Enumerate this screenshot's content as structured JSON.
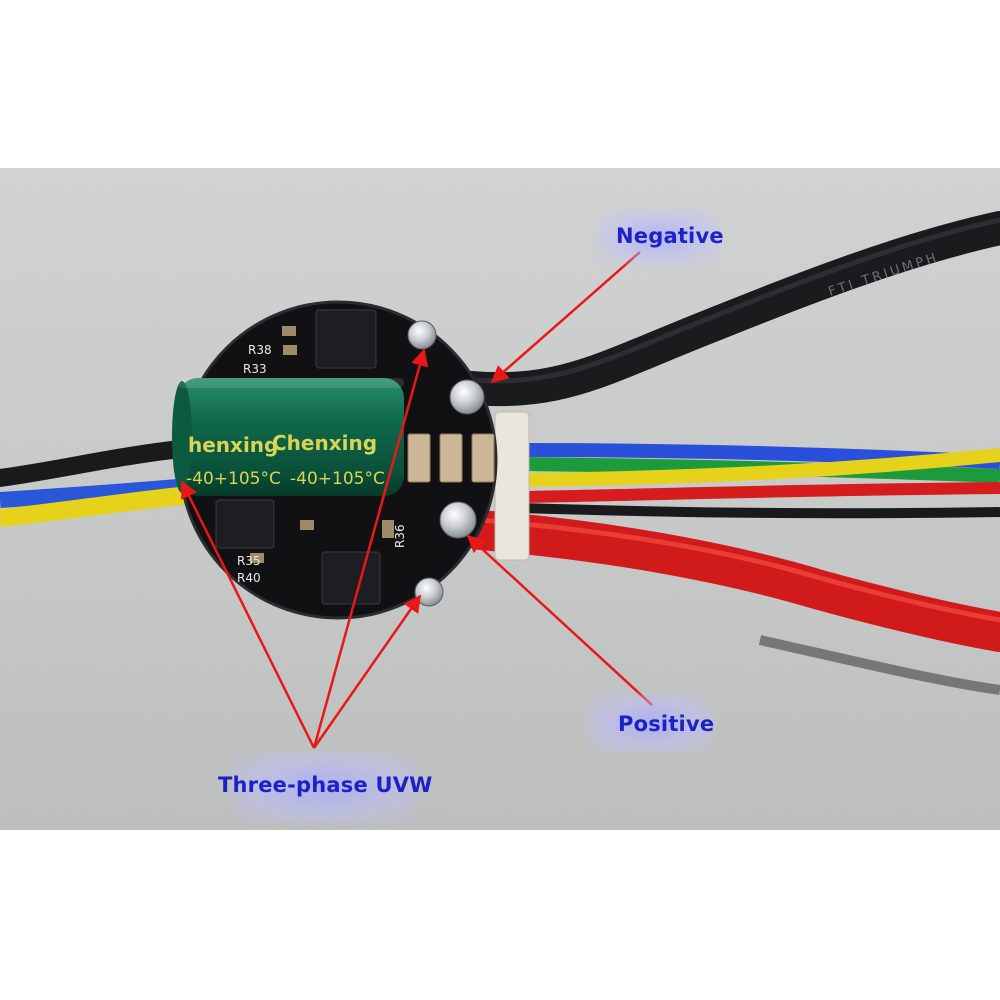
{
  "annotations": {
    "negative": "Negative",
    "positive": "Positive",
    "three_phase": "Three-phase UVW"
  },
  "component_markings": {
    "capacitor_brand_1": "henxing",
    "capacitor_brand_2": "Chenxing",
    "capacitor_rating_1": "-40+105°C",
    "capacitor_rating_2": "-40+105°C",
    "pcb_labels": [
      "R38",
      "R33",
      "R35",
      "R40",
      "R36"
    ],
    "cable_print": "FTI TRIUMPH"
  },
  "colors": {
    "annotation_text": "#1a22c8",
    "arrow": "#e81818",
    "background": "#c9cbc9",
    "pcb": "#121214",
    "capacitor": "#0f6a4c",
    "wire_red": "#d61c1c",
    "wire_black": "#1a1a1c",
    "wire_blue": "#2a4fd8",
    "wire_green": "#1c9a3c",
    "wire_yellow": "#e6d21a"
  }
}
